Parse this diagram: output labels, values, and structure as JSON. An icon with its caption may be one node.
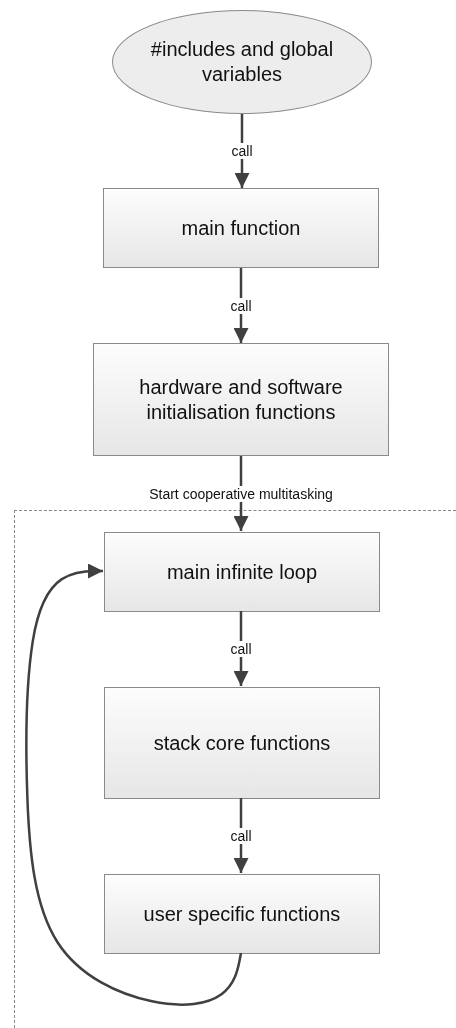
{
  "diagram": {
    "nodes": [
      {
        "text": [
          "#includes and global variables"
        ]
      },
      {
        "text": [
          "main function"
        ]
      },
      {
        "text": [
          "hardware and software initialisation functions"
        ]
      },
      {
        "text": [],
        "shape": "box"
      },
      {
        "text": [
          "main infinite loop"
        ],
        "in": 3
      },
      {
        "text": [
          "stack core functions"
        ],
        "in": 3
      },
      {
        "text": [
          "user specific functions"
        ],
        "in": 3
      }
    ],
    "edges": [
      {
        "from": 0,
        "to": 1,
        "arrow": "to",
        "label": "call"
      },
      {
        "from": 1,
        "to": 2,
        "arrow": "to",
        "label": "call"
      },
      {
        "from": 2,
        "to": 4,
        "arrow": "to",
        "label": "Start cooperative multitasking"
      },
      {
        "from": 4,
        "to": 5,
        "arrow": "to",
        "label": "call"
      },
      {
        "from": 5,
        "to": 6,
        "arrow": "to",
        "label": "call"
      },
      {
        "from": 6,
        "to": 4,
        "arrow": "to"
      }
    ]
  }
}
